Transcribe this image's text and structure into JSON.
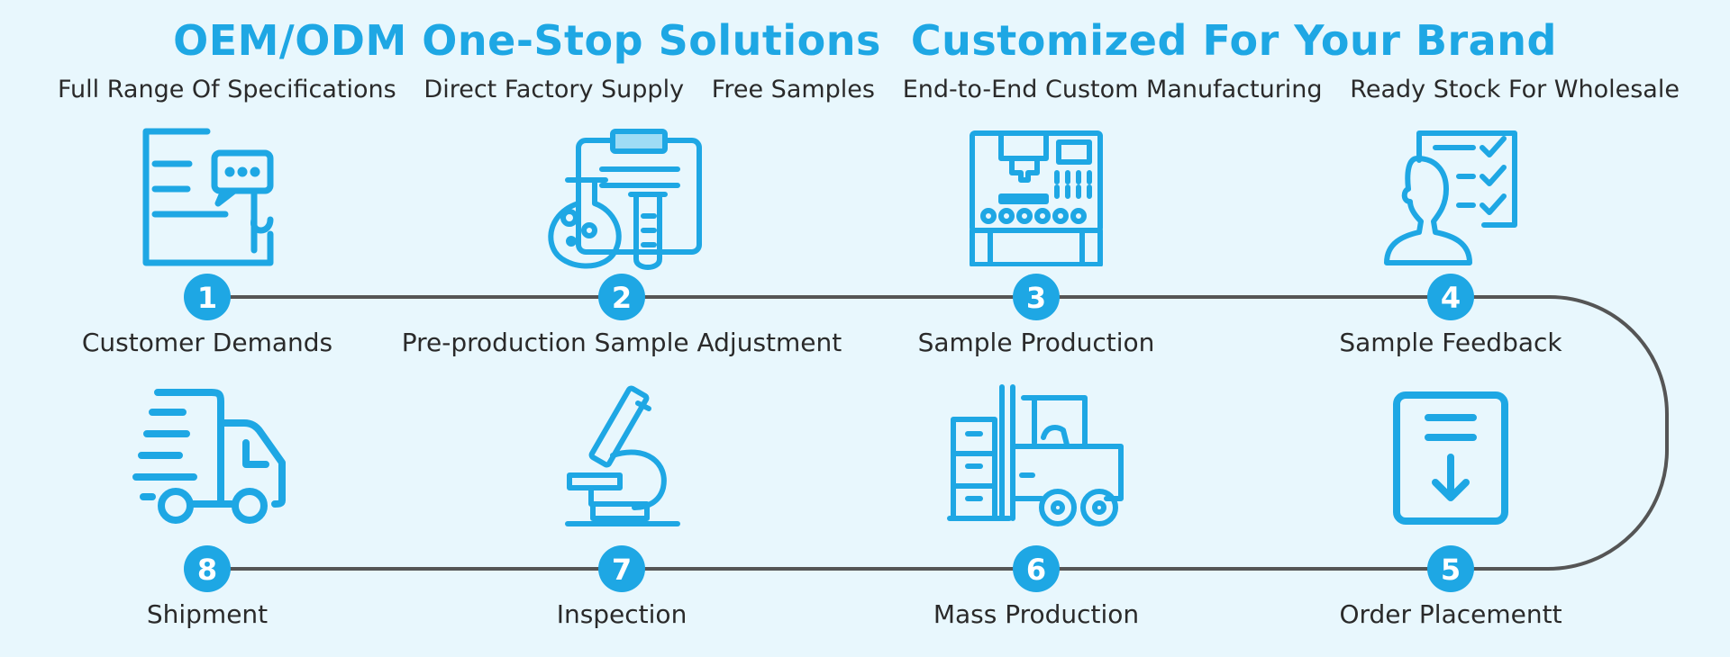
{
  "title": "OEM/ODM One-Stop Solutions  Customized For Your Brand",
  "features": [
    "Full Range Of Specifications",
    "Direct Factory Supply",
    "Free Samples",
    "End-to-End Custom Manufacturing",
    "Ready Stock For Wholesale"
  ],
  "steps": [
    {
      "number": "1",
      "label": "Customer Demands",
      "icon": "document-chat-icon"
    },
    {
      "number": "2",
      "label": "Pre-production Sample Adjustment",
      "icon": "lab-flask-icon"
    },
    {
      "number": "3",
      "label": "Sample Production",
      "icon": "machine-icon"
    },
    {
      "number": "4",
      "label": "Sample Feedback",
      "icon": "checklist-person-icon"
    },
    {
      "number": "5",
      "label": "Order Placementt",
      "icon": "download-document-icon"
    },
    {
      "number": "6",
      "label": "Mass Production",
      "icon": "forklift-icon"
    },
    {
      "number": "7",
      "label": "Inspection",
      "icon": "microscope-icon"
    },
    {
      "number": "8",
      "label": "Shipment",
      "icon": "delivery-truck-icon"
    }
  ],
  "colors": {
    "accent": "#1ea7e4",
    "line": "#555555",
    "background": "#e8f7fd",
    "text": "#2a2a2a"
  }
}
